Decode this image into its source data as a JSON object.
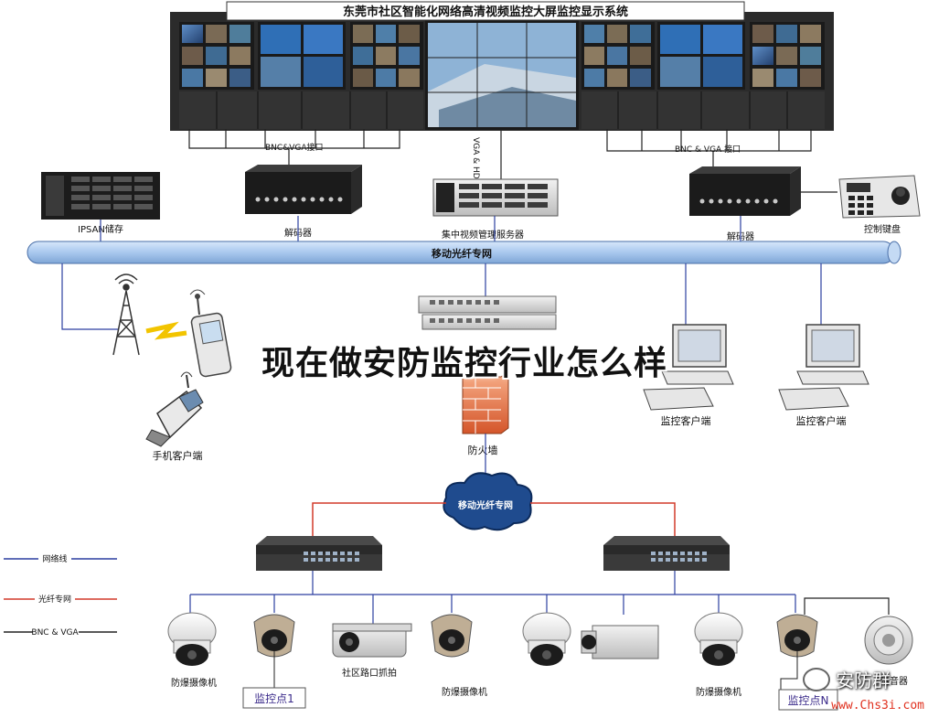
{
  "title": "东莞市社区智能化网络高清视频监控大屏监控显示系统",
  "overlay_title": "现在做安防监控行业怎么样",
  "labels": {
    "bnc_vga_left": "BNC&VGA接口",
    "vga_hdmi": "VGA & HDMI接口",
    "bnc_vga_right": "BNC & VGA 接口",
    "ipsan": "IPSAN储存",
    "decoder_left": "解码器",
    "central_server": "集中视频管理服务器",
    "decoder_right": "解码器",
    "keyboard": "控制键盘",
    "backbone": "移动光纤专网",
    "mobile_client": "手机客户端",
    "firewall": "防火墙",
    "monitor_client_1": "监控客户端",
    "monitor_client_2": "监控客户端",
    "cloud": "移动光纤专网",
    "cam_explosion_1": "防爆摄像机",
    "cam_road": "社区路口抓拍",
    "cam_explosion_2": "防爆摄像机",
    "cam_explosion_3": "防爆摄像机",
    "speaker": "语音器",
    "point_1": "监控点1",
    "point_n": "监控点N"
  },
  "legend": [
    {
      "label": "网络线",
      "color": "#2c3fa0"
    },
    {
      "label": "光纤专网",
      "color": "#d23a2a"
    },
    {
      "label": "BNC & VGA",
      "color": "#222222"
    }
  ],
  "watermark": "安防群",
  "url": "www.Chs3i.com",
  "colors": {
    "network": "#2c3fa0",
    "fiber": "#d23a2a",
    "bnc": "#222222",
    "backbone_fill": "#a9c8ee",
    "cloud_fill": "#1f4b8e"
  }
}
